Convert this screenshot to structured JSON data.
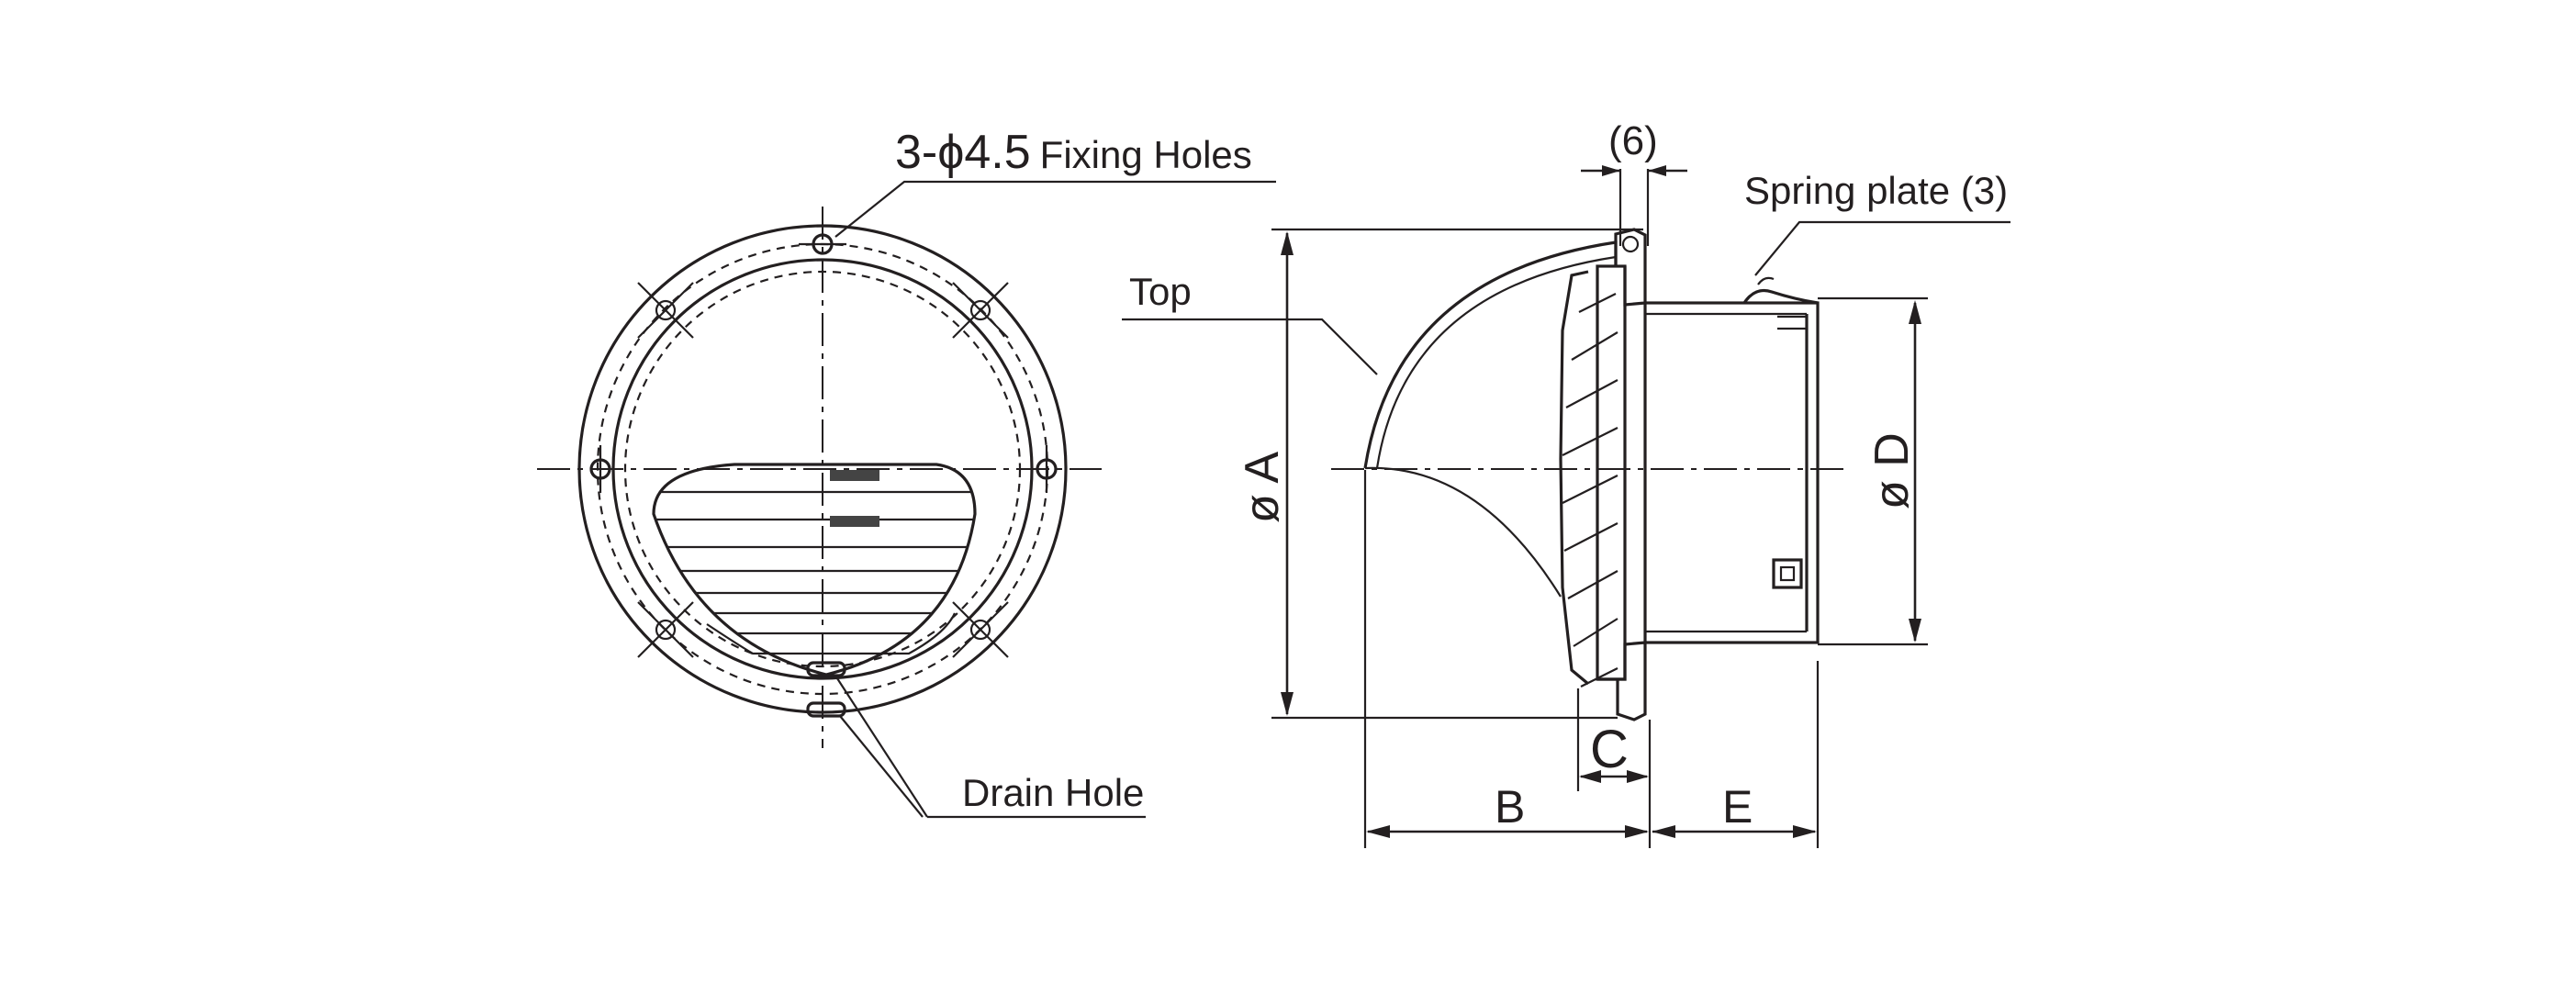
{
  "front_view": {
    "fixing_holes_prefix": "3-",
    "fixing_holes_symbol": "ϕ",
    "fixing_holes_size": "4.5",
    "fixing_holes_text": "Fixing Holes",
    "drain_hole_label": "Drain Hole"
  },
  "side_view": {
    "top_label": "Top",
    "spring_plate_label": "Spring plate (3)",
    "flange_thickness": "(6)",
    "dim_a": "ø A",
    "dim_b": "B",
    "dim_c": "C",
    "dim_d": "ø D",
    "dim_e": "E"
  },
  "colors": {
    "line": "#231f20",
    "background": "#ffffff"
  }
}
